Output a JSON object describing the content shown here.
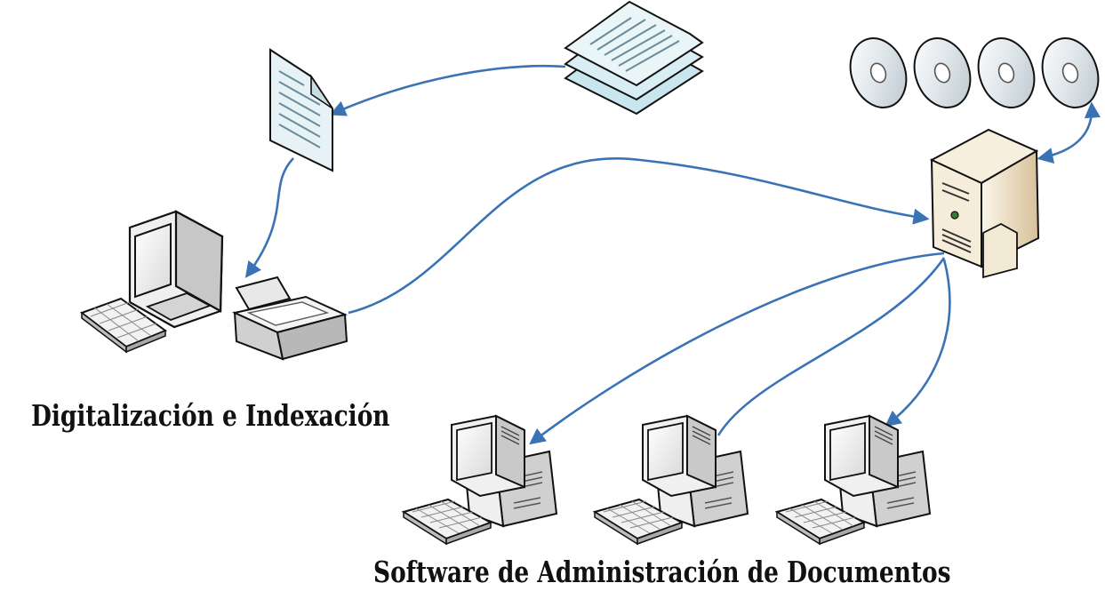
{
  "labels": {
    "digitization": "Digitalización e Indexación",
    "dms": "Software de Administración de Documentos"
  },
  "nodes": [
    {
      "name": "document-stack-icon",
      "role": "source"
    },
    {
      "name": "single-document-icon",
      "role": "document"
    },
    {
      "name": "workstation-monitor-icon",
      "role": "scanner-station"
    },
    {
      "name": "scanner-icon",
      "role": "scanner"
    },
    {
      "name": "server-tower-icon",
      "role": "server"
    },
    {
      "name": "optical-disc-icon",
      "role": "storage",
      "count": 4
    },
    {
      "name": "client-computer-icon",
      "role": "client",
      "count": 3
    }
  ],
  "edges": [
    {
      "from": "document-stack-icon",
      "to": "single-document-icon"
    },
    {
      "from": "single-document-icon",
      "to": "scanner-icon"
    },
    {
      "from": "scanner-icon",
      "to": "server-tower-icon"
    },
    {
      "from": "server-tower-icon",
      "to": "optical-disc-icon",
      "bidirectional": true
    },
    {
      "from": "server-tower-icon",
      "to": "client-computer-icon-1"
    },
    {
      "from": "client-computer-icon-2",
      "to": "server-tower-icon"
    },
    {
      "from": "server-tower-icon",
      "to": "client-computer-icon-3"
    }
  ],
  "colors": {
    "arrow": "#3a73b5",
    "paper": "#e6f2f6",
    "paper_lines": "#6a8c9a",
    "device_light": "#f2f2f2",
    "device_mid": "#d4d4d4",
    "device_dark": "#a6a6a6",
    "server_light": "#f4ead6",
    "server_dark": "#c9ad86",
    "outline": "#111111"
  }
}
